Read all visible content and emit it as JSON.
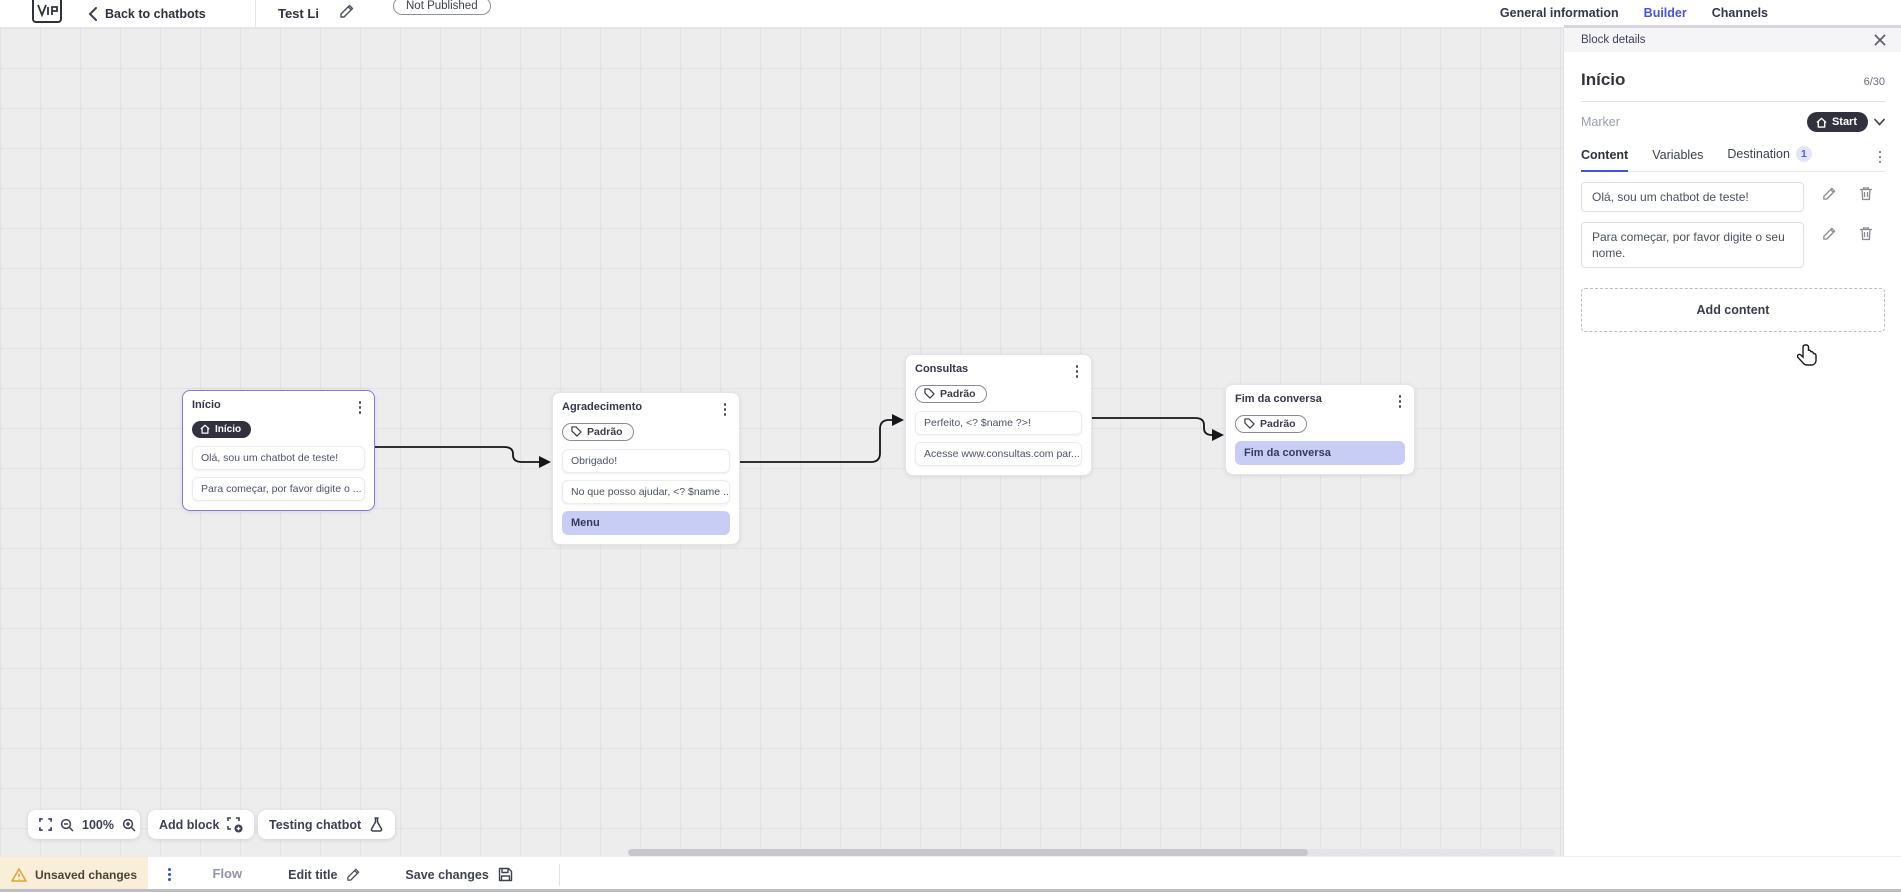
{
  "topbar": {
    "back_label": "Back to chatbots",
    "bot_title": "Test Li",
    "status_badge": "Not Published",
    "tabs": [
      {
        "label": "General information"
      },
      {
        "label": "Builder"
      },
      {
        "label": "Channels"
      }
    ]
  },
  "panel": {
    "header": "Block details",
    "block_name": "Início",
    "char_count": "6/30",
    "marker_label": "Marker",
    "marker_value": "Start",
    "tabs": [
      {
        "label": "Content"
      },
      {
        "label": "Variables"
      },
      {
        "label": "Destination",
        "badge": "1"
      }
    ],
    "contents": [
      "Olá, sou um chatbot de teste!",
      "Para começar, por favor digite o seu nome."
    ],
    "add_content_label": "Add content"
  },
  "canvas": {
    "zoom_level": "100%",
    "add_block_label": "Add block",
    "testing_label": "Testing chatbot",
    "nodes": [
      {
        "title": "Início",
        "badge": "Início",
        "messages": [
          "Olá, sou um chatbot de teste!",
          "Para começar, por favor digite o ..."
        ]
      },
      {
        "title": "Agradecimento",
        "badge": "Padrão",
        "messages": [
          "Obrigado!",
          "No que posso ajudar, <? $name ..."
        ],
        "button": "Menu"
      },
      {
        "title": "Consultas",
        "badge": "Padrão",
        "messages": [
          "Perfeito, <? $name ?>!",
          "Acesse www.consultas.com par..."
        ]
      },
      {
        "title": "Fim da conversa",
        "badge": "Padrão",
        "button": "Fim da conversa"
      }
    ]
  },
  "bottombar": {
    "unsaved_label": "Unsaved changes",
    "flow_tab": "Flow",
    "edit_title_label": "Edit title",
    "save_label": "Save changes"
  },
  "colors": {
    "accent_blue": "#4353e2",
    "accent_purple": "#5b5bd6",
    "dark_pill": "#32323e",
    "selected_node_border": "#8478e8",
    "flow_button_bg": "#c7cdf4",
    "unsaved_bg": "#f9efd9",
    "warning_orange": "#e2a23c"
  }
}
